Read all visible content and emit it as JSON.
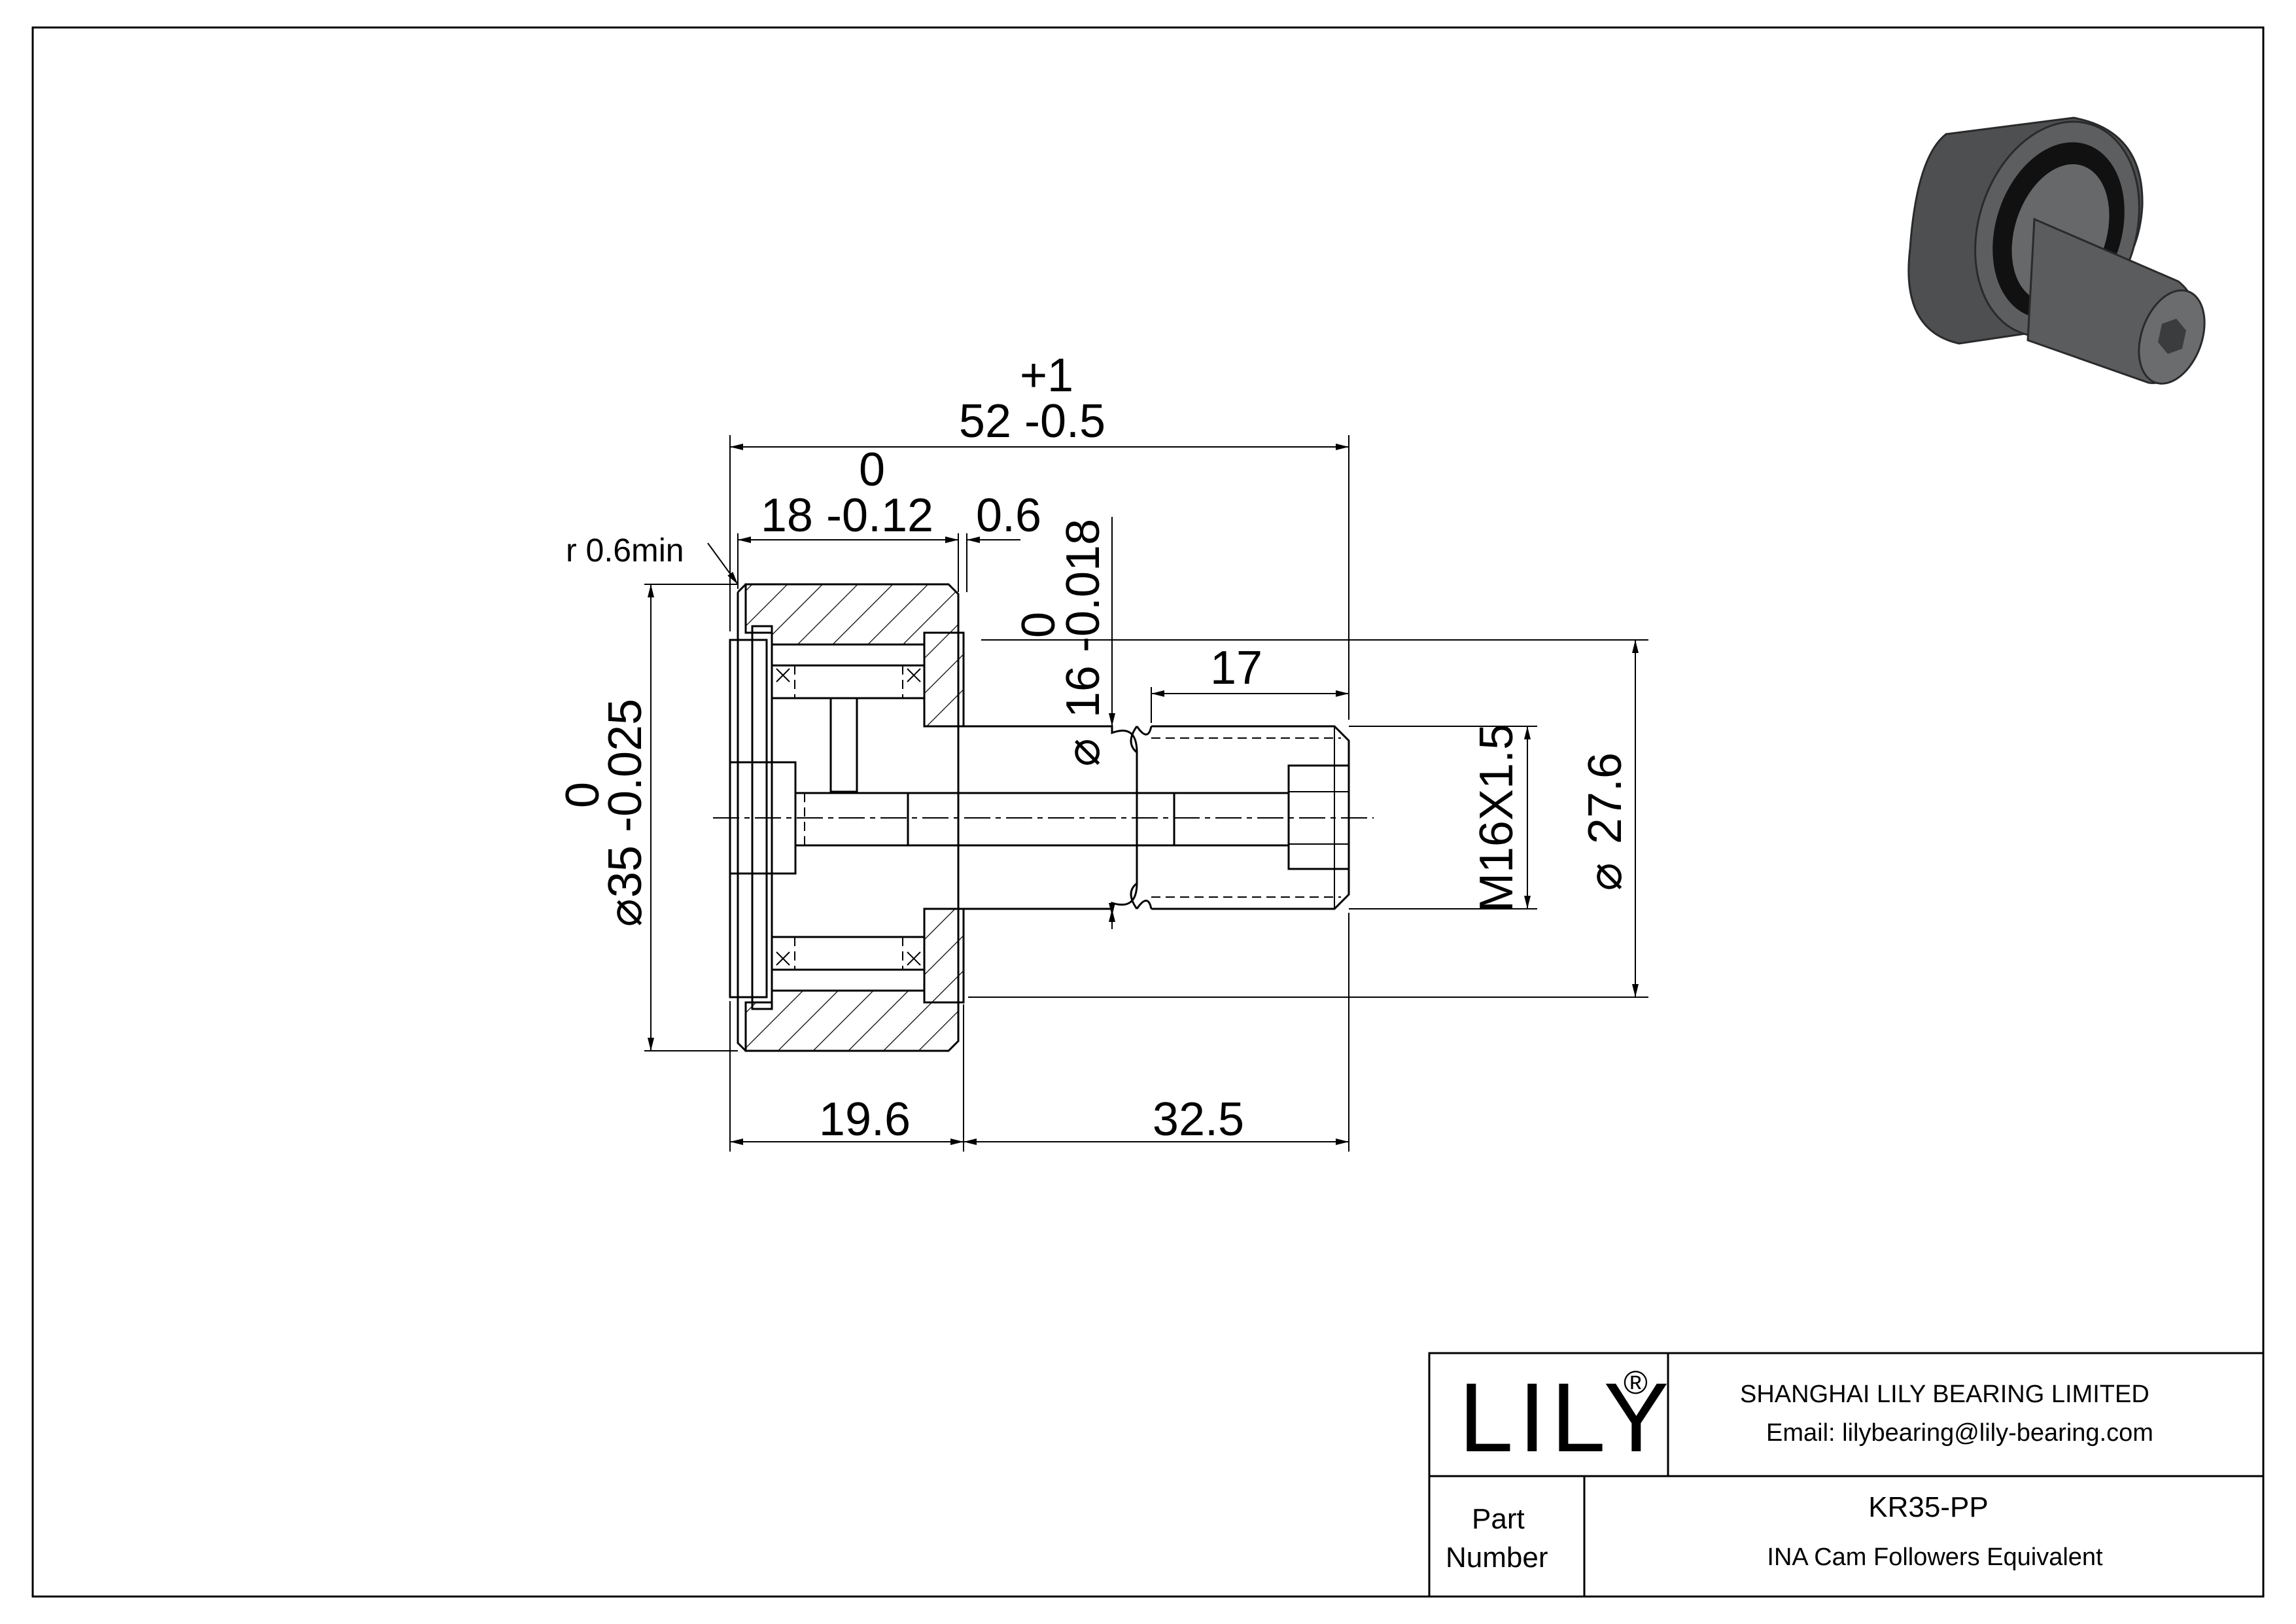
{
  "dimensions": {
    "overall_length_tol": "+1",
    "overall_length": "52  -0.5",
    "width_tol": "0",
    "width": "18 -0.12",
    "gap": "0.6",
    "radius": "r 0.6min",
    "outer_dia_tol": "0",
    "outer_dia": "35 -0.025",
    "stud_dia_tol": "0",
    "stud_dia": "16 -0.018",
    "thread_length": "17",
    "thread": "M16X1.5",
    "flange_dia": "27.6",
    "left_section": "19.6",
    "stud_length": "32.5",
    "dia_symbol": "⌀"
  },
  "title_block": {
    "logo": "LILY",
    "registered": "®",
    "company": "SHANGHAI LILY BEARING LIMITED",
    "email": "Email: lilybearing@lily-bearing.com",
    "part_label_1": "Part",
    "part_label_2": "Number",
    "part_number": "KR35-PP",
    "description": "INA Cam Followers Equivalent"
  },
  "colors": {
    "line": "#000000",
    "render_body": "#5f6163",
    "render_dark": "#3b3d3f",
    "render_seal": "#111111"
  }
}
